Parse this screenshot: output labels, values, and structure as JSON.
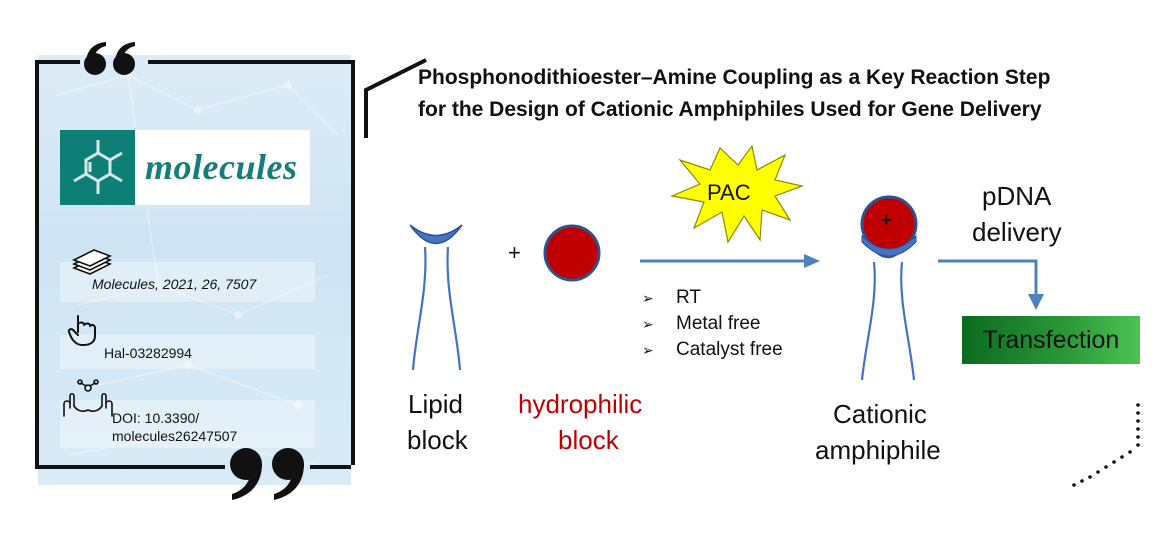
{
  "card": {
    "journal": "molecules",
    "citation": "Molecules, 2021, 26, 7507",
    "hal_id": "Hal-03282994",
    "doi_line1": "DOI: 10.3390/",
    "doi_line2": "molecules26247507"
  },
  "header": {
    "title_line1": "Phosphonodithioester–Amine Coupling as a Key Reaction Step",
    "title_line2": "for the Design of Cationic Amphiphiles Used for Gene Delivery"
  },
  "scheme": {
    "plus_sign": "+",
    "burst_label": "PAC",
    "lipid_label_line1": "Lipid",
    "lipid_label_line2": "block",
    "hydrophilic_label_line1": "hydrophilic",
    "hydrophilic_label_line2": "block",
    "conditions": [
      "RT",
      "Metal free",
      "Catalyst free"
    ],
    "charge_symbol": "+",
    "cationic_label_line1": "Cationic",
    "cationic_label_line2": "amphiphile",
    "pdna_line1": "pDNA",
    "pdna_line2": "delivery",
    "outcome": "Transfection"
  },
  "colors": {
    "head_blue": "#4472c4",
    "hydrophilic_red": "#c00000",
    "arrow_blue": "#4f81bd",
    "burst_yellow": "#ffff00",
    "journal_teal": "#157e78",
    "transfection_green": "#2b9a39"
  }
}
